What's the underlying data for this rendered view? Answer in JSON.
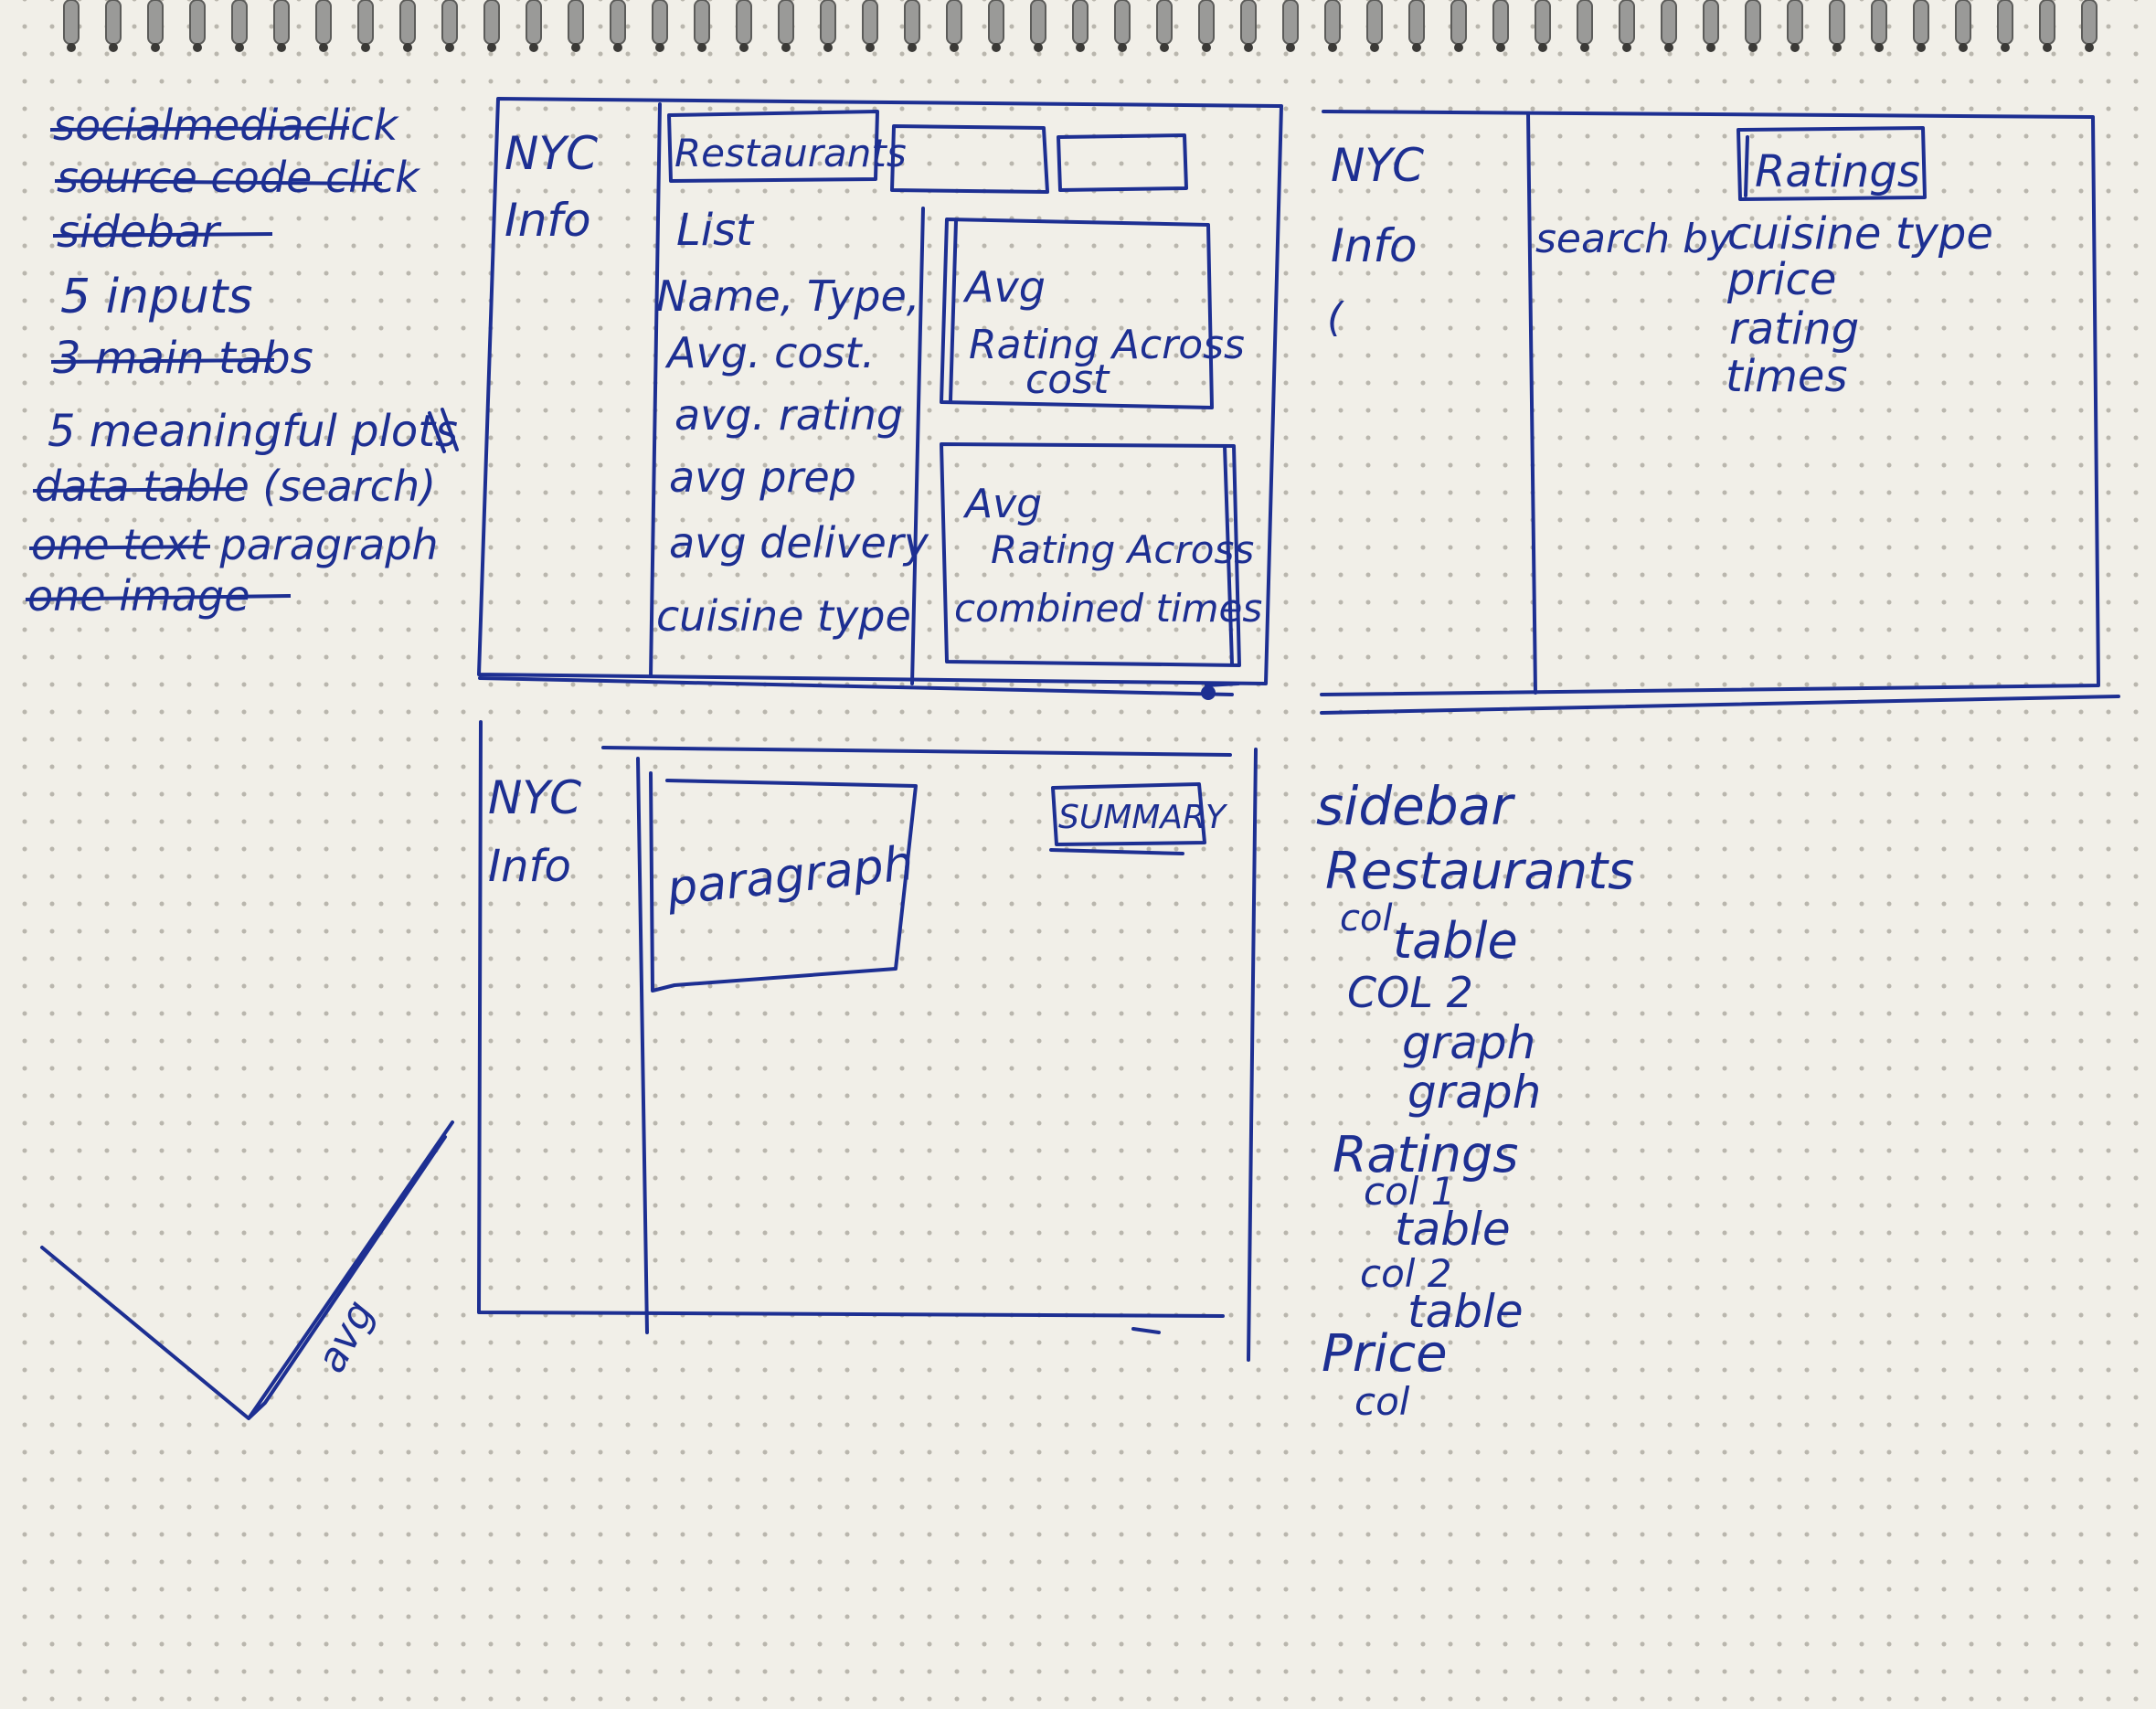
{
  "colors": {
    "ink": "#1d2f92",
    "paper": "#f1efe8",
    "dots": "#b9b6ad"
  },
  "checklist": [
    {
      "text": "socialmediaclick",
      "struck": true
    },
    {
      "text": "source code click",
      "struck": true
    },
    {
      "text": "sidebar",
      "struck": true
    },
    {
      "text": "5 inputs",
      "struck": false
    },
    {
      "text": "3 main tabs",
      "struck": true
    },
    {
      "text": "5 meaningful plots",
      "struck": false
    },
    {
      "text": "data table (search)",
      "struck": true
    },
    {
      "text": "one text paragraph",
      "struck": true
    },
    {
      "text": "one image",
      "struck": true
    }
  ],
  "tick_note": "avg",
  "wireframe_restaurants": {
    "sidebar": [
      "NYC",
      "Info"
    ],
    "tab_label": "Restaurants",
    "list_title": "List",
    "list_items": [
      "Name, Type,",
      "Avg. cost.",
      "avg. rating",
      "avg prep",
      "avg delivery",
      "cuisine type"
    ],
    "graph_top": [
      "Avg",
      "Rating Across",
      "cost"
    ],
    "graph_bottom": [
      "Avg",
      "Rating Across",
      "combined times"
    ]
  },
  "wireframe_ratings": {
    "sidebar": [
      "NYC",
      "Info",
      "("
    ],
    "tab_label": "Ratings",
    "search_label": "search by",
    "search_options": [
      "cuisine type",
      "price",
      "rating",
      "times"
    ]
  },
  "wireframe_summary": {
    "sidebar": [
      "NYC",
      "Info"
    ],
    "paragraph_label": "paragraph",
    "tab_label": "SUMMARY"
  },
  "outline": [
    {
      "text": "sidebar",
      "level": 0
    },
    {
      "text": "Restaurants",
      "level": 0
    },
    {
      "text": "col",
      "level": 1,
      "inline": "table"
    },
    {
      "text": "COL 2",
      "level": 1
    },
    {
      "text": "graph",
      "level": 2
    },
    {
      "text": "graph",
      "level": 2
    },
    {
      "text": "Ratings",
      "level": 0
    },
    {
      "text": "col 1",
      "level": 1
    },
    {
      "text": "table",
      "level": 2
    },
    {
      "text": "col 2",
      "level": 1
    },
    {
      "text": "table",
      "level": 2
    },
    {
      "text": "Price",
      "level": 0
    },
    {
      "text": "col",
      "level": 1
    }
  ]
}
